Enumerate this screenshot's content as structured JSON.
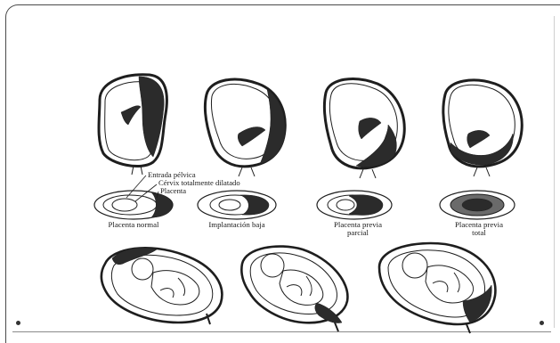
{
  "callouts": {
    "pelvic_inlet": "Entrada pélvica",
    "dilated_cervix": "Cérvix totalmente dilatado",
    "placenta": "Placenta"
  },
  "captions": [
    {
      "line1": "Placenta normal",
      "line2": ""
    },
    {
      "line1": "Implantación baja",
      "line2": ""
    },
    {
      "line1": "Placenta previa",
      "line2": "parcial"
    },
    {
      "line1": "Placenta previa",
      "line2": "total"
    }
  ],
  "colors": {
    "placenta": "#2b2b2b",
    "outline": "#1e1e1e",
    "border": "#4a4a4a"
  }
}
